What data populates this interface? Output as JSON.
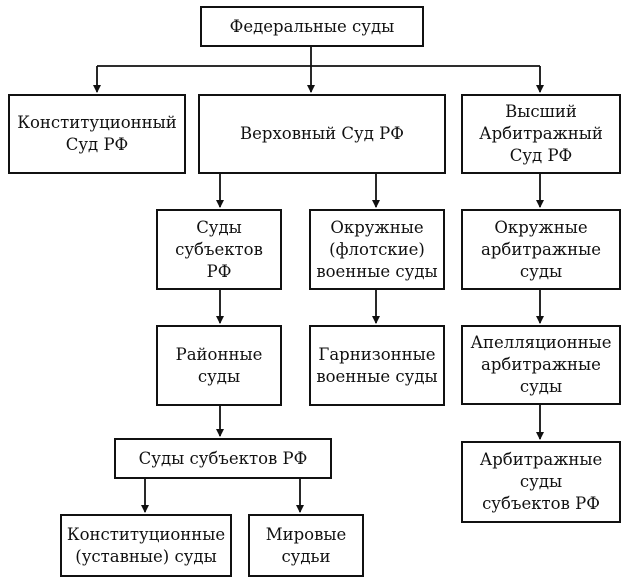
{
  "diagram": {
    "federal": "Федеральные суды",
    "constitutional_rf": "Конституционный\nСуд РФ",
    "supreme_rf": "Верховный Суд РФ",
    "supreme_arbitration": "Высший\nАрбитражный\nСуд РФ",
    "subject_courts": "Суды\nсубъектов РФ",
    "district_military": "Окружные\n(флотские)\nвоенные суды",
    "district_arbitration": "Окружные\nарбитражные\nсуды",
    "regional_courts": "Районные\nсуды",
    "garrison_military": "Гарнизонные\nвоенные суды",
    "appeal_arbitration": "Апелляционные\nарбитражные\nсуды",
    "subject_courts_2": "Суды субъектов РФ",
    "arbitration_subjects": "Арбитражные\nсуды\nсубъектов РФ",
    "constitutional_charter": "Конституционные\n(уставные) суды",
    "magistrate_courts": "Мировые\nсудьи"
  }
}
